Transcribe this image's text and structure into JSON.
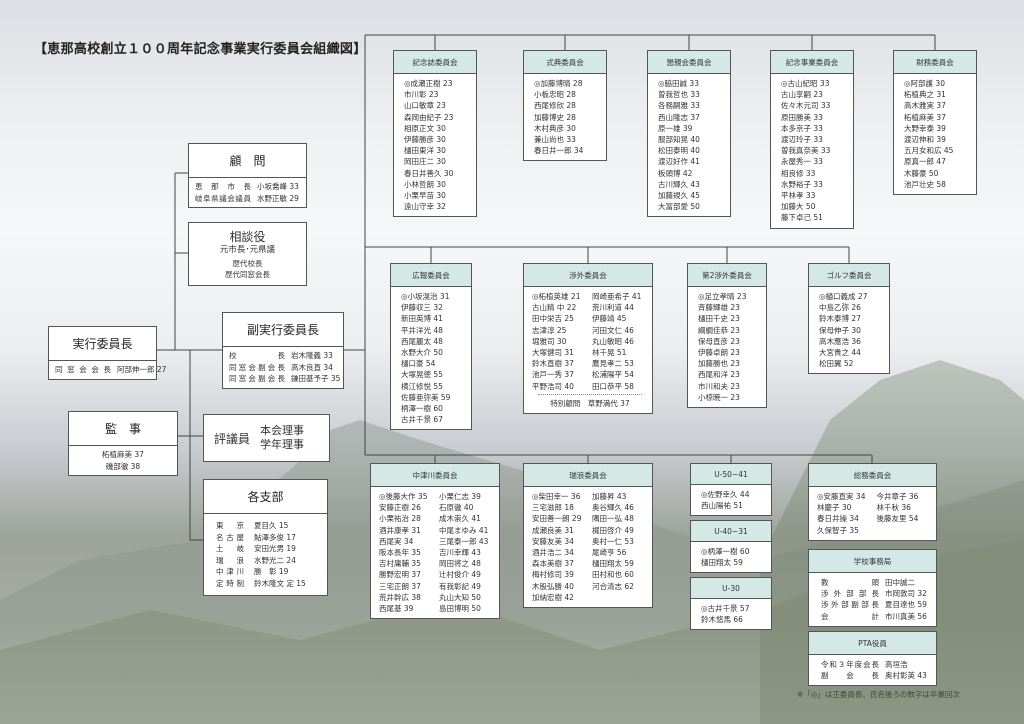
{
  "title": "【恵那高校創立１００周年記念事業実行委員会組織図】",
  "left": {
    "komon": {
      "title": "顧　問",
      "rows": [
        [
          "恵　那　市　長",
          "小坂喬峰 33"
        ],
        [
          "岐阜県議会議員",
          "水野正敏 29"
        ]
      ]
    },
    "soudan": {
      "title": "相談役",
      "lines": [
        "元市長･元県議",
        "歴代校長",
        "歴代同窓会長"
      ]
    },
    "chair": {
      "title": "実行委員長",
      "rows": [
        [
          "同窓会会長",
          "阿部伸一郎 27"
        ]
      ]
    },
    "vice": {
      "title": "副実行委員長",
      "rows": [
        [
          "校　　　　長",
          "岩木隆義 33"
        ],
        [
          "同窓会副会長",
          "高木良直 34"
        ],
        [
          "同窓会副会長",
          "鎌田基予子 35"
        ]
      ]
    },
    "auditor": {
      "title": "監　事",
      "lines": [
        "柘植麻美 37",
        "磯部徹 38"
      ]
    },
    "council": {
      "title": "評議員",
      "lines": [
        "本会理事",
        "学年理事"
      ]
    },
    "branches": {
      "title": "各支部",
      "rows": [
        [
          "東　京",
          "夏目久 15"
        ],
        [
          "名古屋",
          "鮎澤多俊 17"
        ],
        [
          "土　岐",
          "安田光男 19"
        ],
        [
          "瑞　浪",
          "水野光二 24"
        ],
        [
          "中津川",
          "勝　彰 19"
        ],
        [
          "定時制",
          "鈴木隆文 定 15"
        ]
      ]
    }
  },
  "committees": {
    "kinenshi": {
      "title": "記念誌委員会",
      "members": [
        "◎成瀬正樹 23",
        "市川彰 23",
        "山口敏章 23",
        "森岡由紀子 23",
        "相原正文 30",
        "伊藤勝彦 30",
        "樋田東洋 30",
        "岡田庄二 30",
        "春日井善久 30",
        "小林哲朗 30",
        "小栗早苗 30",
        "遠山守幸 32"
      ]
    },
    "shikiten": {
      "title": "式典委員会",
      "members": [
        "◎加藤博晴 28",
        "小板忠昭 28",
        "西尾修欣 28",
        "加藤博史 28",
        "木村典彦 30",
        "兼山尚也 33",
        "春日井一郎 34"
      ]
    },
    "konshin": {
      "title": "懇親会委員会",
      "members": [
        "◎脇田誠 33",
        "曽我哲也 33",
        "各務嗣雅 33",
        "西山隆志 37",
        "原一雄 39",
        "服部知晃 40",
        "松田泰明 40",
        "渡辺好作 41",
        "板頭博 42",
        "古川輝久 43",
        "加藤規久 45",
        "大冨部愛 50"
      ]
    },
    "kinenjigyo": {
      "title": "記念事業委員会",
      "members": [
        "◎古山紀昭 33",
        "古山享嗣 23",
        "佐々木元司 33",
        "原田勝美 33",
        "本多京子 33",
        "渡辺玲子 33",
        "曽我真奈美 33",
        "永屋秀一 33",
        "相良修 33",
        "水野裕子 33",
        "平林孝 33",
        "加藤大 50",
        "藤下卓己 51"
      ]
    },
    "zaimu": {
      "title": "財務委員会",
      "members": [
        "◎阿部護 30",
        "柘植典之 31",
        "高木雅実 37",
        "柘植麻美 37",
        "大野幸泰 39",
        "渡辺伸和 39",
        "五月女和広 45",
        "原真一郎 47",
        "木藤豪 50",
        "池戸壮史 58"
      ]
    },
    "kouhou": {
      "title": "広報委員会",
      "members": [
        "◎小坂滉治 31",
        "伊藤収三 32",
        "新田英博 41",
        "平井洋光 48",
        "西尾麗太 48",
        "水野大介 50",
        "樋口豪 54",
        "大塚晃徳 55",
        "横江修悦 55",
        "佐藤亜弥美 59",
        "柄澤一樹 60",
        "古井千景 67"
      ]
    },
    "shougai": {
      "title": "渉外委員会",
      "members": [
        "◎柘植英雄 21",
        "岡崎亜希子 41",
        "古山精 中 22",
        "荒川利道 44",
        "田中栄吉 25",
        "伊藤靖 45",
        "志津淳 25",
        "河田文仁 46",
        "堀雅司 30",
        "丸山敏昭 46",
        "大塚健司 31",
        "林千晃 51",
        "鈴木直樹 37",
        "鷹見孝二 53",
        "池戸一秀 37",
        "松浦陽平 54",
        "平野浩司 40",
        "田口恭平 58"
      ],
      "extra": "特別顧問　草野満代 37"
    },
    "shougai2": {
      "title": "第2渉外委員会",
      "members": [
        "◎足立孝晴 23",
        "斉藤輝雄 23",
        "樋田千史 23",
        "綱繝佳恭 23",
        "保母直彦 23",
        "伊藤卓朗 23",
        "加藤勝也 23",
        "西尾和洋 23",
        "市川和夫 23",
        "小椋暁一 23"
      ]
    },
    "golf": {
      "title": "ゴルフ委員会",
      "members": [
        "◎樋口義成 27",
        "中島乙弥 26",
        "鈴木泰博 27",
        "保母伸子 30",
        "高木應浩 36",
        "大宮貴之 44",
        "松田翼 52"
      ]
    },
    "nakatsugawa": {
      "title": "中津川委員会",
      "members": [
        "◎後藤大作 35",
        "小栗仁志 39",
        "安藤正樹 26",
        "石原徹 40",
        "小栗祐治 28",
        "成木崇久 41",
        "酒井康孝 31",
        "中尾まゆみ 41",
        "西尾実 34",
        "三尾泰一郎 43",
        "阪本長年 35",
        "吉川幸輝 43",
        "吉村庸輔 35",
        "岡田将之 48",
        "勝野宏明 37",
        "辻村俊介 49",
        "三宅正朗 37",
        "有我彰記 49",
        "荒井幹広 38",
        "丸山大知 50",
        "西尾基 39",
        "島田博明 50"
      ]
    },
    "mizunami": {
      "title": "瑞浪委員会",
      "members": [
        "◎柴田幸一 36",
        "加藤昇 43",
        "三宅滋郎 18",
        "奥谷輝久 46",
        "安田善一朗 29",
        "隅田一弘 48",
        "成瀬良美 31",
        "梶田啓介 49",
        "安藤友美 34",
        "奥村一仁 53",
        "酒井浩二 34",
        "尾崎亨 56",
        "森本美樹 37",
        "樋田翔太 59",
        "梅村修司 39",
        "田村和也 60",
        "木股弘勝 40",
        "河合清志 62",
        "加納宏樹 42"
      ]
    },
    "u50": {
      "title": "U-50~41",
      "members": [
        "◎佐野幸久 44",
        "西山陽祐 51"
      ]
    },
    "u40": {
      "title": "U-40~31",
      "members": [
        "◎柄澤一樹 60",
        "樋田翔太 59"
      ]
    },
    "u30": {
      "title": "U-30",
      "members": [
        "◎古井千景 57",
        "鈴木悠馬 66"
      ]
    },
    "soumu": {
      "title": "総務委員会",
      "members": [
        "◎安藤直実 34",
        "今井章子 36",
        "林慶子 30",
        "林千秋 36",
        "春日井操 34",
        "後藤友里 54",
        "久保智子 35"
      ]
    },
    "jimukyoku": {
      "title": "学校事務局",
      "rows": [
        [
          "教　　　頭",
          "田中誠二"
        ],
        [
          "渉 外 部 部 長",
          "市岡敦司 32"
        ],
        [
          "渉外部副部長",
          "夏目達也 59"
        ],
        [
          "会　　　計",
          "市川真美 56"
        ]
      ]
    },
    "pta": {
      "title": "PTA役員",
      "rows": [
        [
          "令和３年度会長",
          "高垣浩"
        ],
        [
          "副　会　長",
          "奥村彰英 43"
        ]
      ]
    }
  },
  "footnote": "※「◎」は正委員長、氏名後ろの数字は卒業回次",
  "colors": {
    "header_bg": "#d4e8e6",
    "border": "#555555"
  }
}
